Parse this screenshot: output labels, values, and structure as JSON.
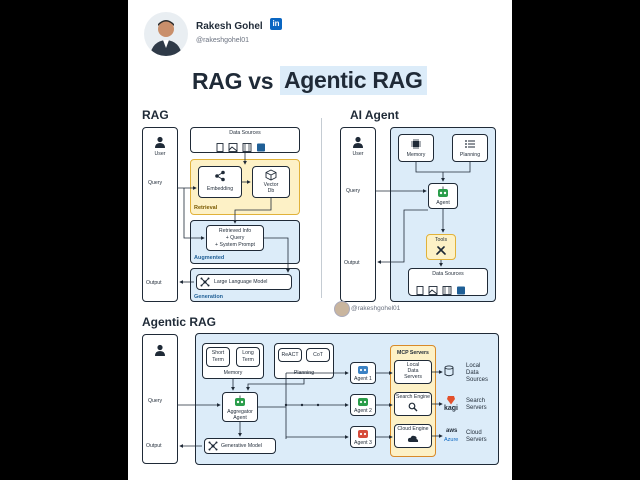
{
  "header": {
    "name": "Rakesh Gohel",
    "linkedin_badge": "in",
    "handle": "@rakeshgohel01",
    "title_left": "RAG vs",
    "title_right": "Agentic RAG"
  },
  "rag": {
    "title": "RAG",
    "user": "User",
    "query": "Query",
    "output": "Output",
    "data_sources": "Data Sources",
    "embedding": "Embedding",
    "vector_db_line1": "Vector",
    "vector_db_line2": "Db",
    "retrieval": "Retrieval",
    "retrieved_line1": "Retrieved Info",
    "retrieved_line2": "+ Query",
    "retrieved_line3": "+ System Prompt",
    "augmented": "Augmented",
    "llm": "Large Language Model",
    "generation": "Generation"
  },
  "ai_agent": {
    "title": "AI Agent",
    "user": "User",
    "query": "Query",
    "output": "Output",
    "memory": "Memory",
    "planning": "Planning",
    "agent": "Agent",
    "tools": "Tools",
    "data_sources": "Data Sources"
  },
  "watermark": "@rakeshgohel01",
  "agentic": {
    "title": "Agentic RAG",
    "query": "Query",
    "output": "Output",
    "short_term_line1": "Short",
    "short_term_line2": "Term",
    "long_term_line1": "Long",
    "long_term_line2": "Term",
    "memory": "Memory",
    "react": "ReACT",
    "cot": "CoT",
    "planning": "Planning",
    "aggregator_line1": "Aggregator",
    "aggregator_line2": "Agent",
    "generative_model": "Generative Model",
    "agent1": "Agent 1",
    "agent2": "Agent 2",
    "agent3": "Agent 3",
    "mcp_servers": "MCP Servers",
    "local_servers_line1": "Local",
    "local_servers_line2": "Data",
    "local_servers_line3": "Servers",
    "search_engine": "Search Engine",
    "cloud_engine": "Cloud Engine",
    "local_data_line1": "Local",
    "local_data_line2": "Data",
    "local_data_line3": "Sources",
    "search_servers_line1": "Search",
    "search_servers_line2": "Servers",
    "cloud_servers_line1": "Cloud",
    "cloud_servers_line2": "Servers",
    "kagi": "kagi",
    "aws": "aws",
    "azure": "Azure"
  },
  "colors": {
    "blue_fill": "#dcecf9",
    "yellow_fill": "#fdf1c6",
    "accent_blue": "#1f5f96",
    "ink": "#1f2a37"
  }
}
